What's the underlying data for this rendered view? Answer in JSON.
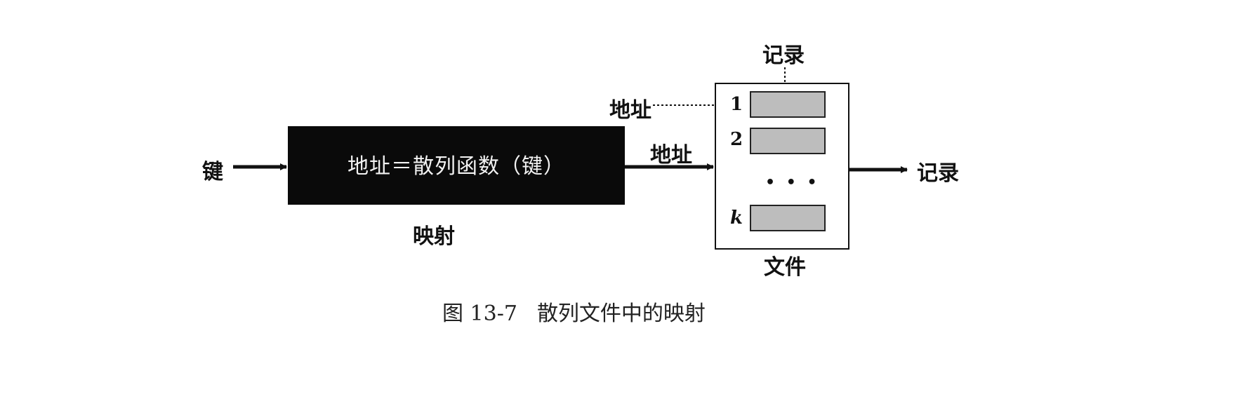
{
  "diagram": {
    "key_label": "键",
    "hash_box_text": "地址＝散列函数（键）",
    "mapping_label": "映射",
    "address_output_label": "地址",
    "address_pointer_label": "地址",
    "record_top_label": "记录",
    "record_output_label": "记录",
    "file_label": "文件",
    "slot_indices": [
      "1",
      "2",
      "k"
    ],
    "ellipsis": "• • •"
  },
  "caption": {
    "figure_number": "图 13-7",
    "text": "散列文件中的映射"
  }
}
